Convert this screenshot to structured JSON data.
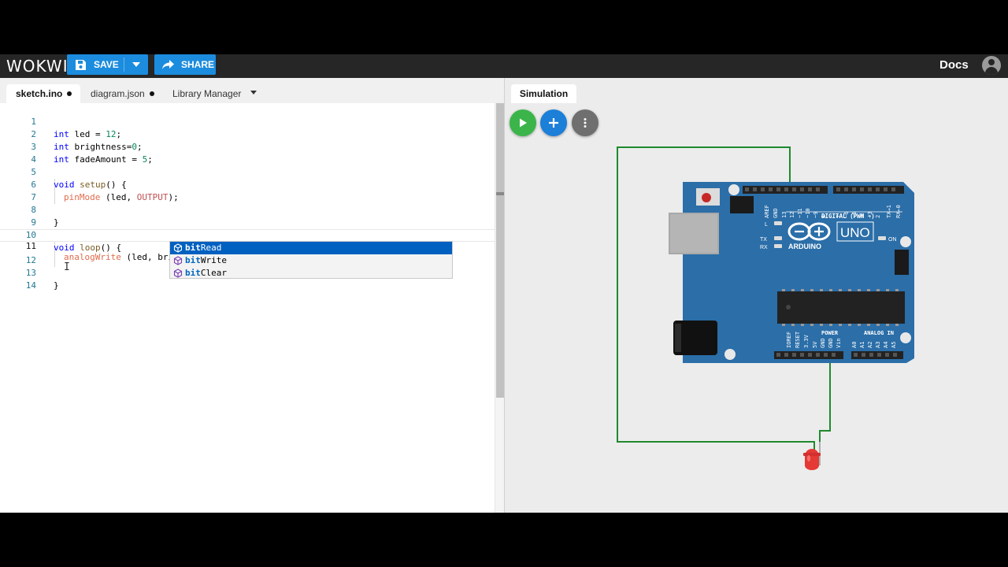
{
  "header": {
    "logo": "WOKWI",
    "save_label": "SAVE",
    "share_label": "SHARE",
    "docs_label": "Docs"
  },
  "tabs": [
    {
      "label": "sketch.ino",
      "unsaved": true
    },
    {
      "label": "diagram.json",
      "unsaved": true
    },
    {
      "label": "Library Manager"
    }
  ],
  "code": {
    "lines": [
      "1",
      "2",
      "3",
      "4",
      "5",
      "6",
      "7",
      "8",
      "9",
      "10",
      "11",
      "12",
      "13",
      "14"
    ],
    "l1": [
      "int",
      "led = ",
      "12",
      ";"
    ],
    "l2": [
      "int",
      "brightness=",
      "0",
      ";"
    ],
    "l3": [
      "int",
      "fadeAmount = ",
      "5",
      ";"
    ],
    "l5": [
      "void",
      "setup",
      "() {"
    ],
    "l6": [
      "pinMode",
      " (led, ",
      "OUTPUT",
      ");"
    ],
    "l8": "}",
    "l10": [
      "void",
      "loop",
      "() {"
    ],
    "l11": [
      "analogWrite",
      " (led, bri",
      ")"
    ],
    "l13": "}"
  },
  "autocomplete": {
    "items": [
      {
        "match": "bit",
        "rest": "Read",
        "selected": true
      },
      {
        "match": "bit",
        "rest": "Write",
        "selected": false
      },
      {
        "match": "bit",
        "rest": "Clear",
        "selected": false
      }
    ]
  },
  "simulation": {
    "tab_label": "Simulation",
    "board": {
      "aref": "AREF",
      "gnd": "GND",
      "dpins": [
        "13",
        "12",
        "~11",
        "~10",
        "~9",
        "8",
        "7",
        "~6",
        "~5",
        "4",
        "~3",
        "2",
        "TX→1",
        "RX←0"
      ],
      "digital_label": "DIGITAL (PWM ~)",
      "l_label": "L",
      "tx_label": "TX",
      "rx_label": "RX",
      "brand": "ARDUINO",
      "model": "UNO",
      "on_label": "ON",
      "power_pins": [
        "IOREF",
        "RESET",
        "3.3V",
        "5V",
        "GND",
        "GND",
        "Vin"
      ],
      "power_label": "POWER",
      "analog_label": "ANALOG IN",
      "apins": [
        "A0",
        "A1",
        "A2",
        "A3",
        "A4",
        "A5"
      ]
    },
    "colors": {
      "board": "#2b6ea8",
      "wire": "#1e8a2e",
      "led": "#e53935"
    }
  }
}
